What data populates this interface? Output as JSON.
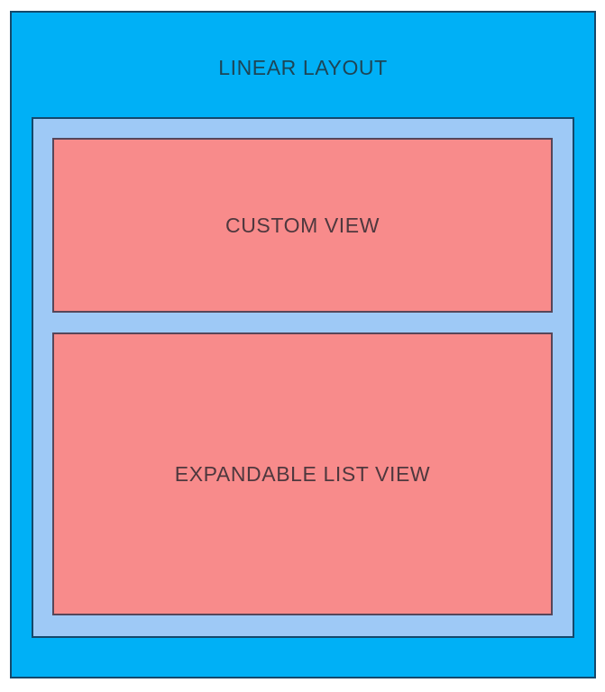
{
  "diagram": {
    "title": "LINEAR LAYOUT",
    "boxes": [
      {
        "label": "CUSTOM VIEW"
      },
      {
        "label": "EXPANDABLE LIST VIEW"
      }
    ]
  },
  "colors": {
    "outer-fill": "#00b0f6",
    "inner-fill": "#9ec9f6",
    "view-fill": "#f88b8b",
    "blue-border": "#15486b",
    "view-border": "#564659",
    "title-color": "#1d4556",
    "view-label-color": "#4e383e"
  }
}
